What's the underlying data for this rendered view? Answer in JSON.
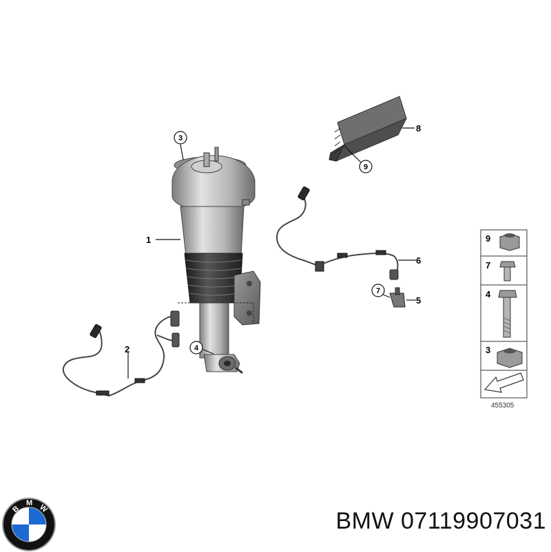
{
  "callouts": {
    "c1": "1",
    "c2": "2",
    "c3": "3",
    "c4": "4",
    "c5": "5",
    "c6": "6",
    "c7": "7",
    "c8": "8",
    "c9": "9"
  },
  "legend": {
    "items": [
      "9",
      "7",
      "4",
      "3"
    ],
    "ref_number": "455305"
  },
  "logo": {
    "letters": [
      "B",
      "M",
      "W"
    ],
    "colors": {
      "blue": "#1c69d4",
      "ring": "#111111",
      "white": "#ffffff"
    }
  },
  "caption": {
    "brand": "BMW",
    "part_number": "07119907031"
  }
}
